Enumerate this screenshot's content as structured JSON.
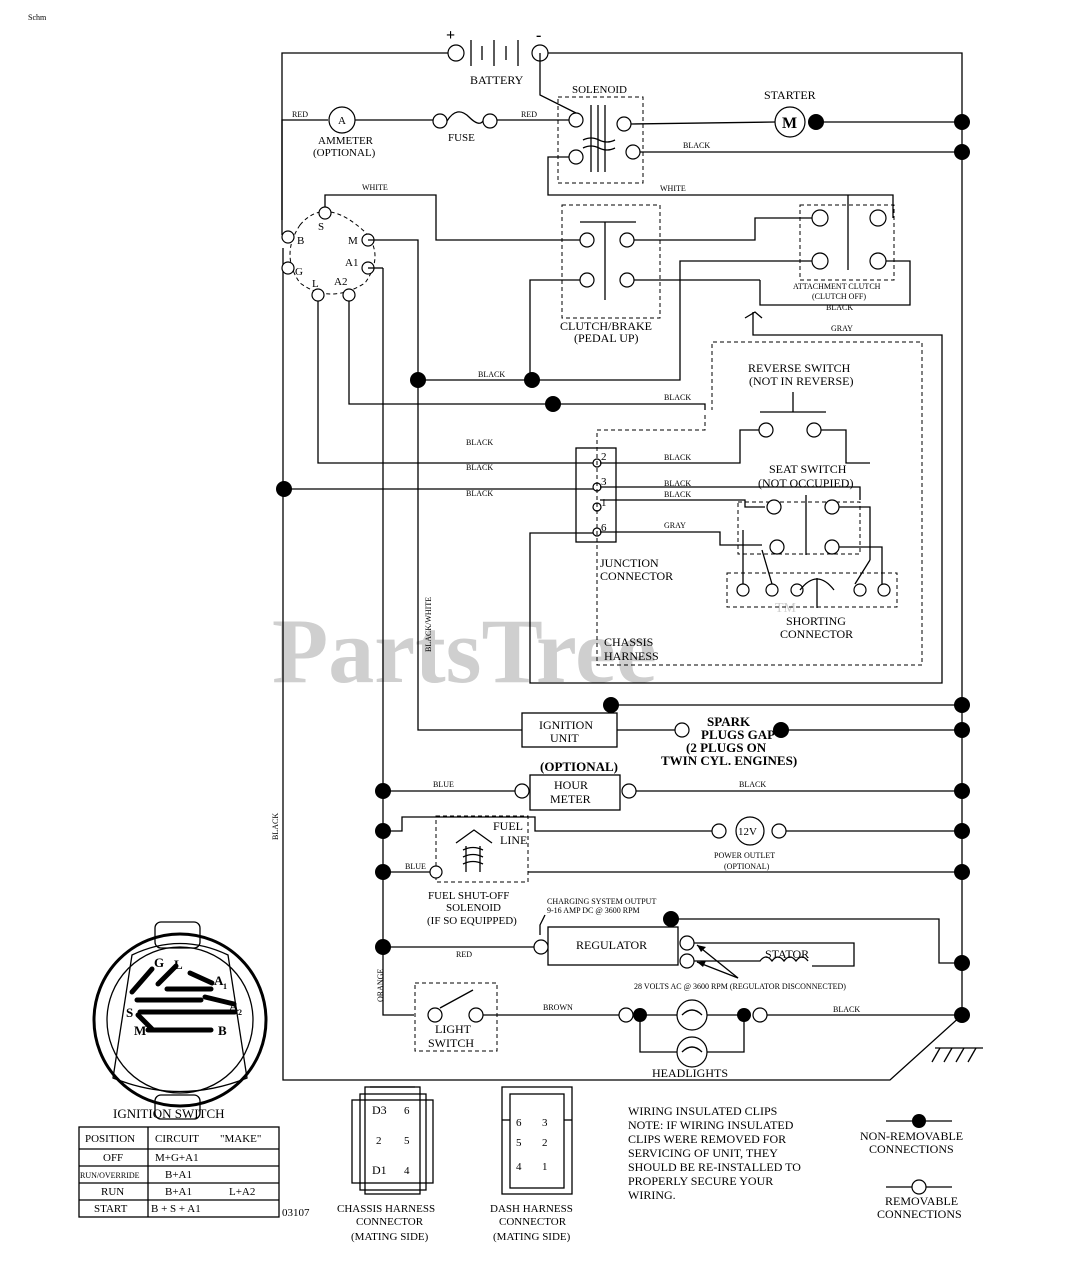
{
  "corner_label": "Schm",
  "watermark": {
    "text": "PartsTree",
    "mark": "TM"
  },
  "battery": {
    "label": "BATTERY",
    "plus": "+",
    "minus": "-"
  },
  "solenoid": {
    "label": "SOLENOID"
  },
  "starter": {
    "label": "STARTER",
    "symbol": "M"
  },
  "ammeter": {
    "label": "AMMETER",
    "note": "(OPTIONAL)",
    "symbol": "A"
  },
  "fuse": {
    "label": "FUSE"
  },
  "ignition_pins": {
    "s": "S",
    "b": "B",
    "m": "M",
    "a1": "A1",
    "g": "G",
    "l": "L",
    "a2": "A2"
  },
  "wire_labels": {
    "red": "RED",
    "black": "BLACK",
    "white": "WHITE",
    "gray": "GRAY",
    "blue": "BLUE",
    "orange": "ORANGE",
    "brown": "BROWN",
    "black_white": "BLACK/WHITE"
  },
  "attachment_clutch": {
    "label": "ATTACHMENT CLUTCH",
    "note": "(CLUTCH OFF)"
  },
  "clutch_brake": {
    "label": "CLUTCH/BRAKE",
    "note": "(PEDAL UP)"
  },
  "reverse_switch": {
    "label": "REVERSE SWITCH",
    "note": "(NOT IN REVERSE)"
  },
  "seat_switch": {
    "label": "SEAT SWITCH",
    "note": "(NOT OCCUPIED)"
  },
  "junction_connector": {
    "line1": "JUNCTION",
    "line2": "CONNECTOR",
    "pins": [
      "2",
      "3",
      "1",
      "6"
    ]
  },
  "shorting_connector": {
    "line1": "SHORTING",
    "line2": "CONNECTOR"
  },
  "chassis_harness": {
    "line1": "CHASSIS",
    "line2": "HARNESS"
  },
  "ignition_unit": {
    "line1": "IGNITION",
    "line2": "UNIT"
  },
  "spark_plugs": {
    "line1": "SPARK",
    "line2": "PLUGS GAP",
    "line3": "(2 PLUGS ON",
    "line4": "TWIN CYL. ENGINES)"
  },
  "hour_meter": {
    "note": "(OPTIONAL)",
    "line1": "HOUR",
    "line2": "METER"
  },
  "fuel_line": {
    "line1": "FUEL",
    "line2": "LINE"
  },
  "power_outlet": {
    "label": "POWER OUTLET",
    "note": "(OPTIONAL)",
    "symbol": "12V"
  },
  "fuel_solenoid": {
    "line1": "FUEL SHUT-OFF",
    "line2": "SOLENOID",
    "line3": "(IF SO EQUIPPED)"
  },
  "charging": {
    "line1": "CHARGING SYSTEM OUTPUT",
    "line2": "9-16 AMP DC @ 3600 RPM"
  },
  "regulator": {
    "label": "REGULATOR"
  },
  "stator": {
    "label": "STATOR",
    "note": "28 VOLTS AC @ 3600 RPM (REGULATOR DISCONNECTED)"
  },
  "light_switch": {
    "line1": "LIGHT",
    "line2": "SWITCH"
  },
  "headlights": {
    "label": "HEADLIGHTS"
  },
  "ignition_switch": {
    "title": "IGNITION SWITCH",
    "icon_letters": {
      "g": "G",
      "l": "L",
      "a1": "A",
      "a1_sub": "1",
      "a2": "A",
      "a2_sub": "2",
      "s": "S",
      "m": "M",
      "b": "B"
    },
    "columns": [
      "POSITION",
      "CIRCUIT",
      "\"MAKE\""
    ],
    "rows": [
      {
        "position": "OFF",
        "circuit": "M+G+A1",
        "extra": ""
      },
      {
        "position": "RUN/OVERRIDE",
        "circuit": "B+A1",
        "extra": ""
      },
      {
        "position": "RUN",
        "circuit": "B+A1",
        "extra": "L+A2"
      },
      {
        "position": "START",
        "circuit": "B + S + A1",
        "extra": ""
      }
    ]
  },
  "drawing_number": "03107",
  "chassis_connector": {
    "line1": "CHASSIS HARNESS",
    "line2": "CONNECTOR",
    "line3": "(MATING SIDE)",
    "pins": [
      "D3",
      "6",
      "2",
      "5",
      "D1",
      "4"
    ]
  },
  "dash_connector": {
    "line1": "DASH HARNESS",
    "line2": "CONNECTOR",
    "line3": "(MATING SIDE)",
    "pins": [
      "6",
      "3",
      "5",
      "2",
      "4",
      "1"
    ]
  },
  "clips_note": {
    "title": "WIRING INSULATED CLIPS",
    "lines": [
      "NOTE:  IF WIRING INSULATED",
      "CLIPS WERE REMOVED FOR",
      "SERVICING OF UNIT, THEY",
      "SHOULD BE RE-INSTALLED TO",
      "PROPERLY SECURE YOUR",
      "WIRING."
    ]
  },
  "legend": {
    "non_removable": {
      "line1": "NON-REMOVABLE",
      "line2": "CONNECTIONS"
    },
    "removable": {
      "line1": "REMOVABLE",
      "line2": "CONNECTIONS"
    }
  }
}
